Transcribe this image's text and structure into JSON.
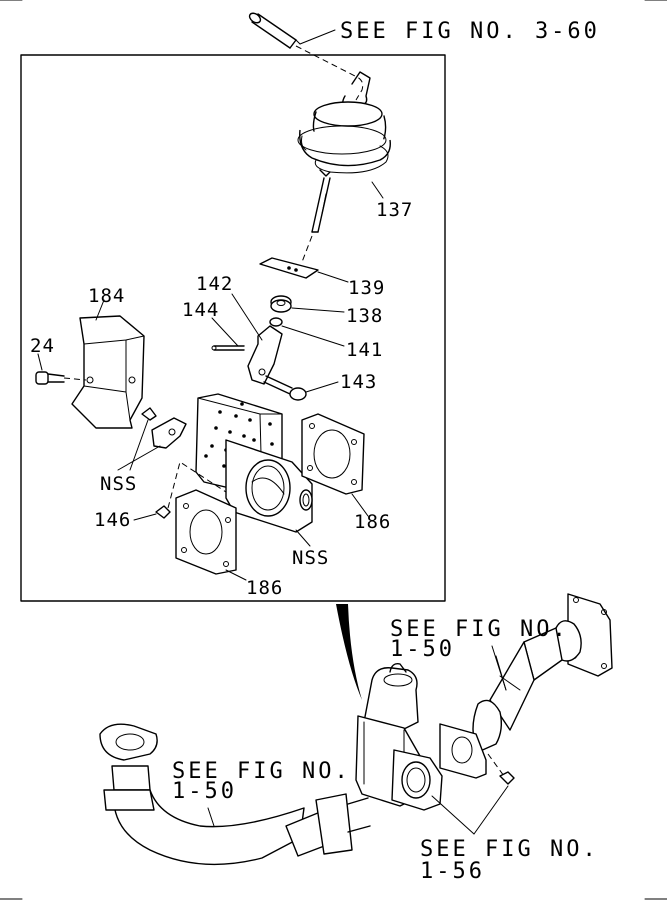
{
  "references": {
    "top": "SEE FIG NO. 3-60",
    "right_line1": "SEE FIG NO.",
    "right_line2": "1-50",
    "left_line1": "SEE FIG NO.",
    "left_line2": "1-50",
    "bottom_line1": "SEE FIG NO.",
    "bottom_line2": "1-56"
  },
  "parts": {
    "p137": "137",
    "p139": "139",
    "p138": "138",
    "p141": "141",
    "p143": "143",
    "p142": "142",
    "p144": "144",
    "p184": "184",
    "p24": "24",
    "nss_left": "NSS",
    "p146": "146",
    "p186_right": "186",
    "nss_bottom": "NSS",
    "p186_bottom": "186"
  }
}
